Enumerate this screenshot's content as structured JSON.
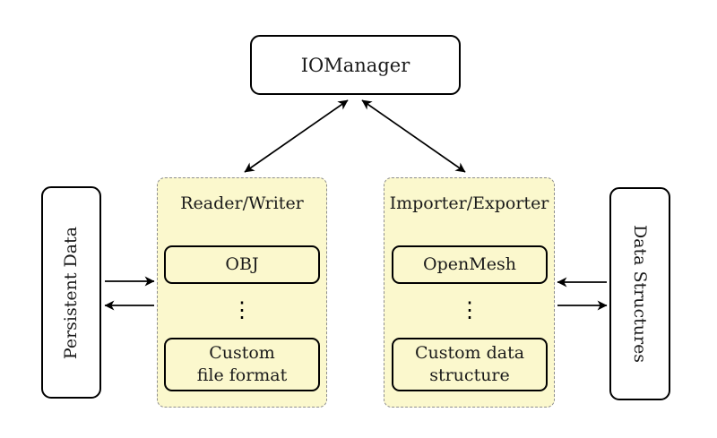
{
  "diagram": {
    "io_manager_label": "IOManager",
    "persistent_data_label": "Persistent Data",
    "data_structures_label": "Data Structures",
    "reader_writer": {
      "title": "Reader/Writer",
      "top_item": "OBJ",
      "ellipsis": "⋮",
      "bottom_item_line1": "Custom",
      "bottom_item_line2": "file format"
    },
    "importer_exporter": {
      "title": "Importer/Exporter",
      "top_item": "OpenMesh",
      "ellipsis": "⋮",
      "bottom_item_line1": "Custom data",
      "bottom_item_line2": "structure"
    },
    "colors": {
      "panel_fill": "#FBF8CD",
      "panel_border": "#8E8E8E",
      "node_fill": "#FFFFFF",
      "node_border": "#000000",
      "arrow": "#000000",
      "background": "#FFFFFF"
    }
  }
}
